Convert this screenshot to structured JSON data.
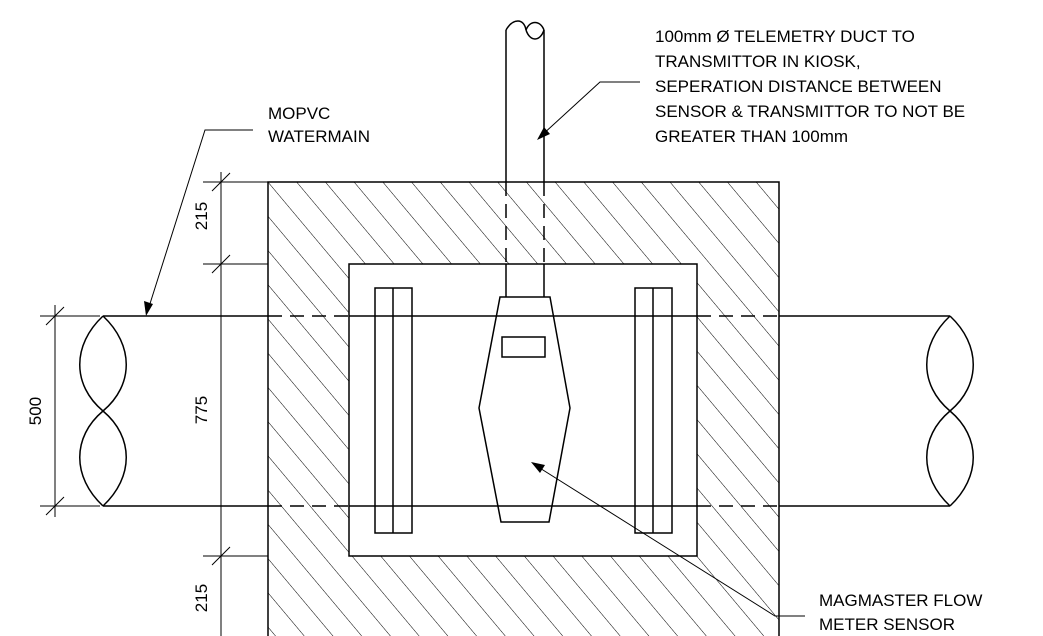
{
  "annotations": {
    "duct": [
      "100mm Ø TELEMETRY DUCT TO",
      "TRANSMITTOR IN KIOSK,",
      "SEPERATION DISTANCE BETWEEN",
      "SENSOR & TRANSMITTOR TO NOT BE",
      "GREATER THAN 100mm"
    ],
    "watermain": [
      "MOPVC",
      "WATERMAIN"
    ],
    "sensor": [
      "MAGMASTER FLOW",
      "METER SENSOR"
    ]
  },
  "dimensions": {
    "top_cover": "215",
    "pit_depth": "775",
    "bottom_cover": "215",
    "pipe_diameter": "500"
  }
}
